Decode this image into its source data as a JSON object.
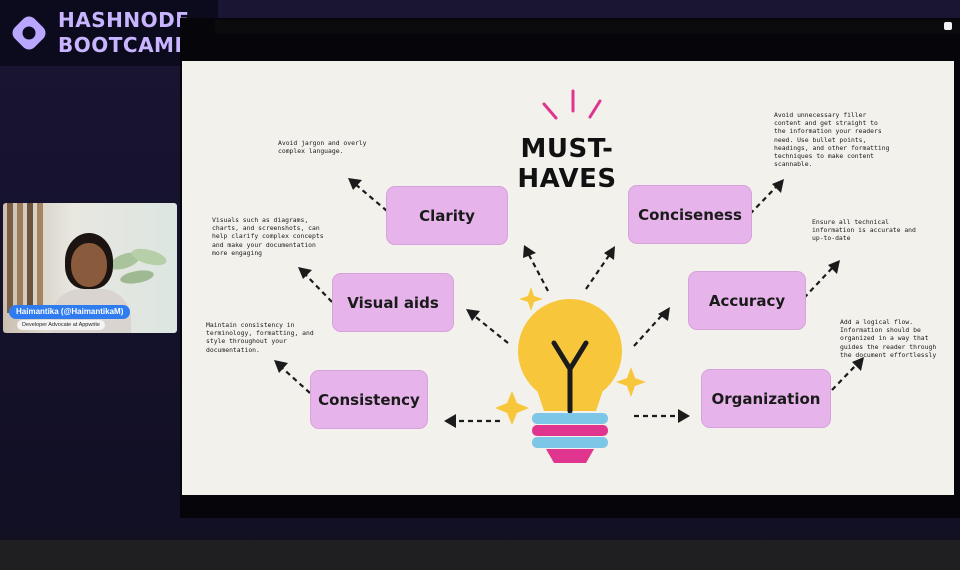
{
  "brand": {
    "line1": "HASHNODE",
    "line2": "BOOTCAMP",
    "color": "#c9b4ff"
  },
  "webcam": {
    "name": "Haimantika (@HaimantikaM)",
    "role": "Developer Advocate at Appwrite",
    "badge_color": "#2f7bf0"
  },
  "slide": {
    "title": "MUST-HAVES",
    "box_color": "#e6b4ea",
    "boxes": {
      "clarity": "Clarity",
      "visual_aids": "Visual aids",
      "consistency": "Consistency",
      "conciseness": "Conciseness",
      "accuracy": "Accuracy",
      "organization": "Organization"
    },
    "notes": {
      "clarity": "Avoid jargon and overly complex language.",
      "visual_aids": "Visuals such as diagrams, charts, and screenshots, can help clarify complex concepts and make your documentation more engaging",
      "consistency": "Maintain consistency in terminology, formatting, and style throughout your documentation.",
      "conciseness": "Avoid unnecessary filler content and get straight to the information your readers need. Use bullet points, headings, and other formatting techniques to make content scannable.",
      "accuracy": "Ensure all technical information is accurate and up-to-date",
      "organization": "Add a logical flow. Information should be organized in a way that guides the reader through the document effortlessly"
    },
    "icons": [
      "lightbulb-icon",
      "sparkle-icon",
      "dashed-arrow-icon"
    ]
  }
}
